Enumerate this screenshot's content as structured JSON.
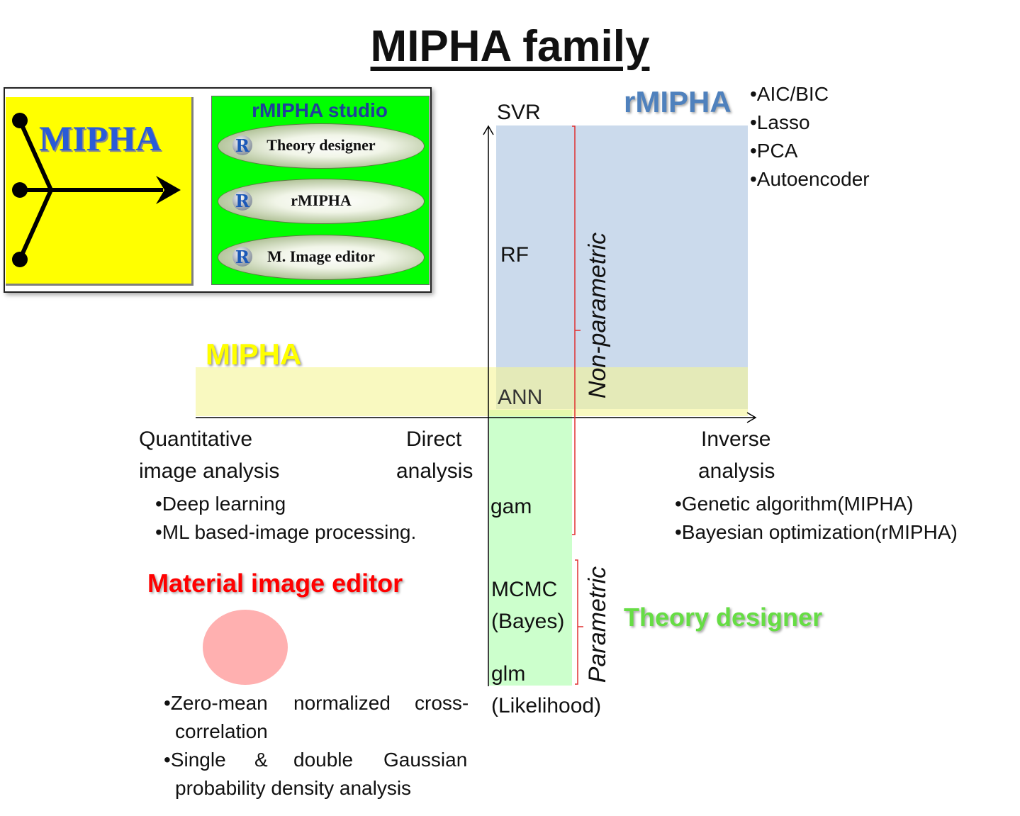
{
  "title": "MIPHA family",
  "logo": {
    "mipha_text": "MIPHA",
    "studio": {
      "title": "rMIPHA studio",
      "buttons": [
        {
          "badge": "R",
          "label": "Theory designer"
        },
        {
          "badge": "R",
          "label": "rMIPHA"
        },
        {
          "badge": "R",
          "label": "M. Image editor"
        }
      ]
    }
  },
  "regions": {
    "rmipha_label": "rMIPHA",
    "mipha_label": "MIPHA",
    "theory_designer_label": "Theory designer",
    "material_image_editor_label": "Material image editor"
  },
  "axis": {
    "y_methods": [
      "SVR",
      "RF",
      "ANN",
      "gam",
      "MCMC",
      "(Bayes)",
      "glm",
      "(Likelihood)"
    ],
    "brackets": [
      "Non-parametric",
      "Parametric"
    ]
  },
  "categories": {
    "quantitative": [
      "Quantitative",
      "image analysis"
    ],
    "direct": [
      "Direct",
      "analysis"
    ],
    "inverse": [
      "Inverse",
      "analysis"
    ]
  },
  "bullets": {
    "rmipha": [
      "•AIC/BIC",
      "•Lasso",
      "•PCA",
      "•Autoencoder"
    ],
    "quantitative": [
      "•Deep learning",
      "•ML based-image processing."
    ],
    "inverse": [
      "•Genetic algorithm(MIPHA)",
      "•Bayesian optimization(rMIPHA)"
    ],
    "editor": [
      "•Zero-mean",
      "normalized",
      "cross-",
      "correlation",
      "•Single",
      "&",
      "double",
      "Gaussian",
      "probability density analysis"
    ]
  },
  "colors": {
    "mipha_yellow": "#ffff00",
    "studio_green": "#00ff00",
    "rmipha_blue": "#4f81bd",
    "editor_red": "#ff0000",
    "theory_green": "#66dd44",
    "bracket_red": "#e03030",
    "pink_circle": "#ffb0b0"
  }
}
